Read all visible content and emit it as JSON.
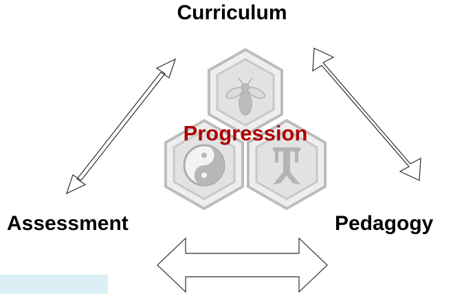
{
  "nodes": {
    "top": "Curriculum",
    "left": "Assessment",
    "right": "Pedagogy",
    "center": "Progression"
  },
  "arrows": [
    "double-arrow-assessment-curriculum",
    "double-arrow-curriculum-pedagogy",
    "double-arrow-assessment-pedagogy"
  ],
  "emblems": [
    "bee-icon",
    "yin-yang-icon",
    "tree-icon"
  ],
  "colors": {
    "center_text": "#b00000",
    "hexagon_fill": "#e9e9e9",
    "hexagon_stroke": "#b4b4b4",
    "arrow_stroke": "#2a2a2a",
    "note_strip": "#daf0f4"
  }
}
